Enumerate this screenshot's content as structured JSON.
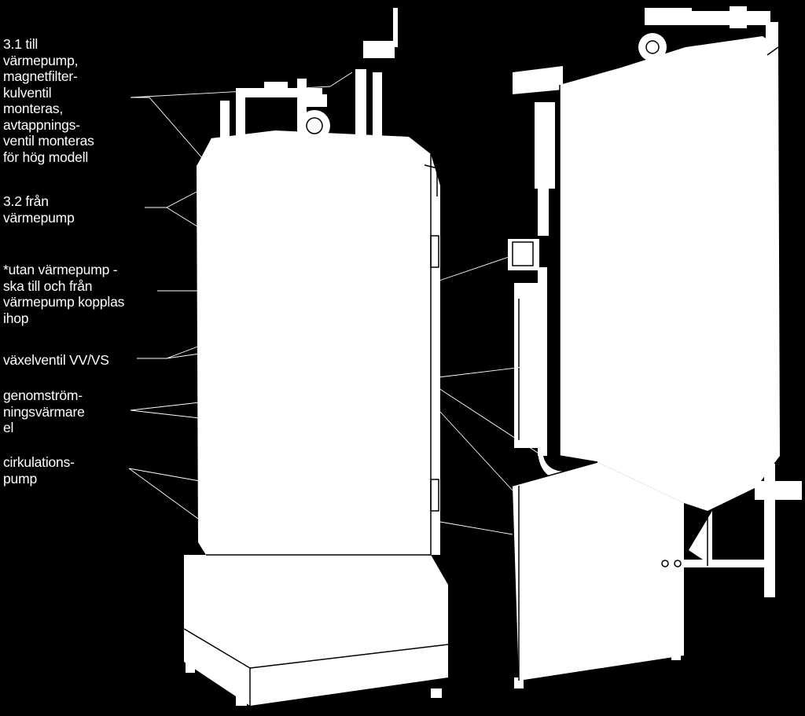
{
  "figure": {
    "callouts": [
      {
        "id": "c1",
        "text": "3.1 till\nvärmepump,\nmagnetfilter-\nkulventil\nmonteras,\navtappnings-\nventil monteras\nför hög modell"
      },
      {
        "id": "c2",
        "text": "3.2 från\nvärmepump"
      },
      {
        "id": "c3",
        "text": "*utan värmepump -\nska till och från\nvärmepump kopplas\nihop"
      },
      {
        "id": "c4",
        "text": "växelventil VV/VS"
      },
      {
        "id": "c5",
        "text": "genomström-\nningsvärmare\nel"
      },
      {
        "id": "c6",
        "text": "cirkulations-\npump"
      }
    ],
    "colors": {
      "background": "#000000",
      "silhouette": "#ffffff",
      "detail": "#000000"
    }
  }
}
